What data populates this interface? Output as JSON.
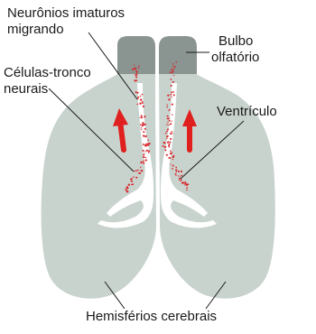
{
  "labels": {
    "migrating_neurons": [
      "Neurônios imaturos",
      "migrando"
    ],
    "olfactory_bulb": [
      "Bulbo",
      "olfatório"
    ],
    "neural_stem_cells": [
      "Células-tronco",
      "neurais"
    ],
    "ventricle": "Ventrículo",
    "cerebral_hemispheres": "Hemisférios cerebrais"
  },
  "colors": {
    "hemisphere": "#c9d3ce",
    "olfactory_bulb": "#8a9490",
    "ventricle": "#ffffff",
    "cells": "#d9262c",
    "arrow": "#e0201e",
    "leader": "#1a1a1a"
  }
}
